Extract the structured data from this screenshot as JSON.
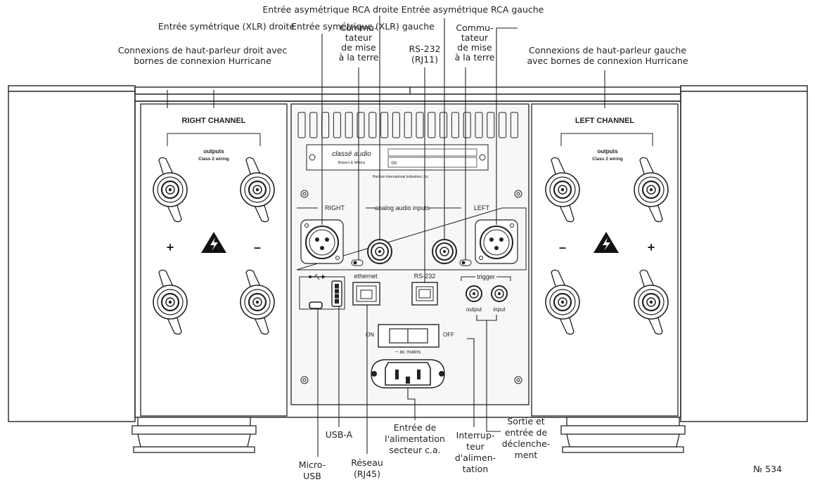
{
  "callouts": {
    "rca_right": "Entrée asymétrique RCA droite",
    "rca_left": "Entrée asymétrique RCA gauche",
    "xlr_right": "Entrée symétrique (XLR) droite",
    "xlr_left": "Entrée symétrique (XLR) gauche",
    "ground_left": [
      "Commu-",
      "tateur",
      "de mise",
      "à la terre"
    ],
    "ground_right": [
      "Commu-",
      "tateur",
      "de mise",
      "à la terre"
    ],
    "rs232": [
      "RS-232",
      "(RJ11)"
    ],
    "speaker_right": [
      "Connexions de haut-parleur droit avec",
      "bornes de connexion Hurricane"
    ],
    "speaker_left": [
      "Connexions de haut-parleur gauche",
      "avec bornes de connexion Hurricane"
    ],
    "usb_a": "USB-A",
    "micro_usb": [
      "Micro-",
      "USB"
    ],
    "network": [
      "Réseau",
      "(RJ45)"
    ],
    "power_input": [
      "Entrée de",
      "l'alimentation",
      "secteur c.a."
    ],
    "power_switch": [
      "Interrup-",
      "teur",
      "d'alimen-",
      "tation"
    ],
    "trigger_io": [
      "Sortie et",
      "entrée de",
      "déclenche-",
      "ment"
    ]
  },
  "panel": {
    "right_channel": "RIGHT CHANNEL",
    "left_channel": "LEFT CHANNEL",
    "outputs": "outputs",
    "class2": "Class 2 wiring",
    "plus": "+",
    "minus": "–",
    "analog_right": "RIGHT",
    "analog_title": "analog audio inputs",
    "analog_left": "LEFT",
    "ethernet": "ethernet",
    "rs232": "RS-232",
    "trigger": "trigger",
    "trigger_out": "output",
    "trigger_in": "input",
    "on": "ON",
    "off": "OFF",
    "ac_mains": "~ ac mains",
    "logo": "classé audio",
    "logo_sub": "Bowers & Wilkins",
    "serial": "SN",
    "made": "Harman International Industries, Inc."
  },
  "figure_number": "№ 534",
  "colors": {
    "line": "#222222",
    "panel_fill": "#ffffff",
    "center_fill": "#f7f7f7",
    "warning": "#111111"
  }
}
